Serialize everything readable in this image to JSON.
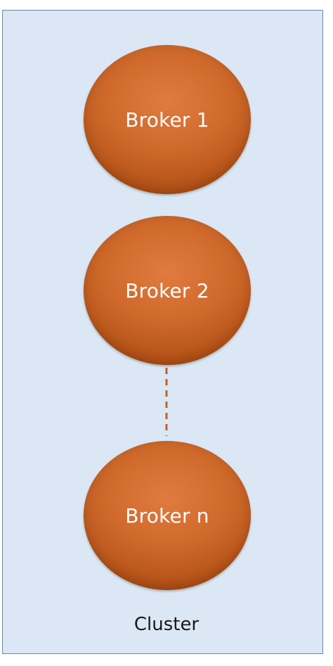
{
  "cluster": {
    "label": "Cluster",
    "fill_color": "#dbe7f4",
    "border_color": "#6a87a8"
  },
  "brokers": [
    {
      "label": "Broker 1"
    },
    {
      "label": "Broker 2"
    },
    {
      "label": "Broker n"
    }
  ],
  "broker_color": "#c8612a",
  "connector": {
    "style": "dashed",
    "color": "#c0602a"
  }
}
